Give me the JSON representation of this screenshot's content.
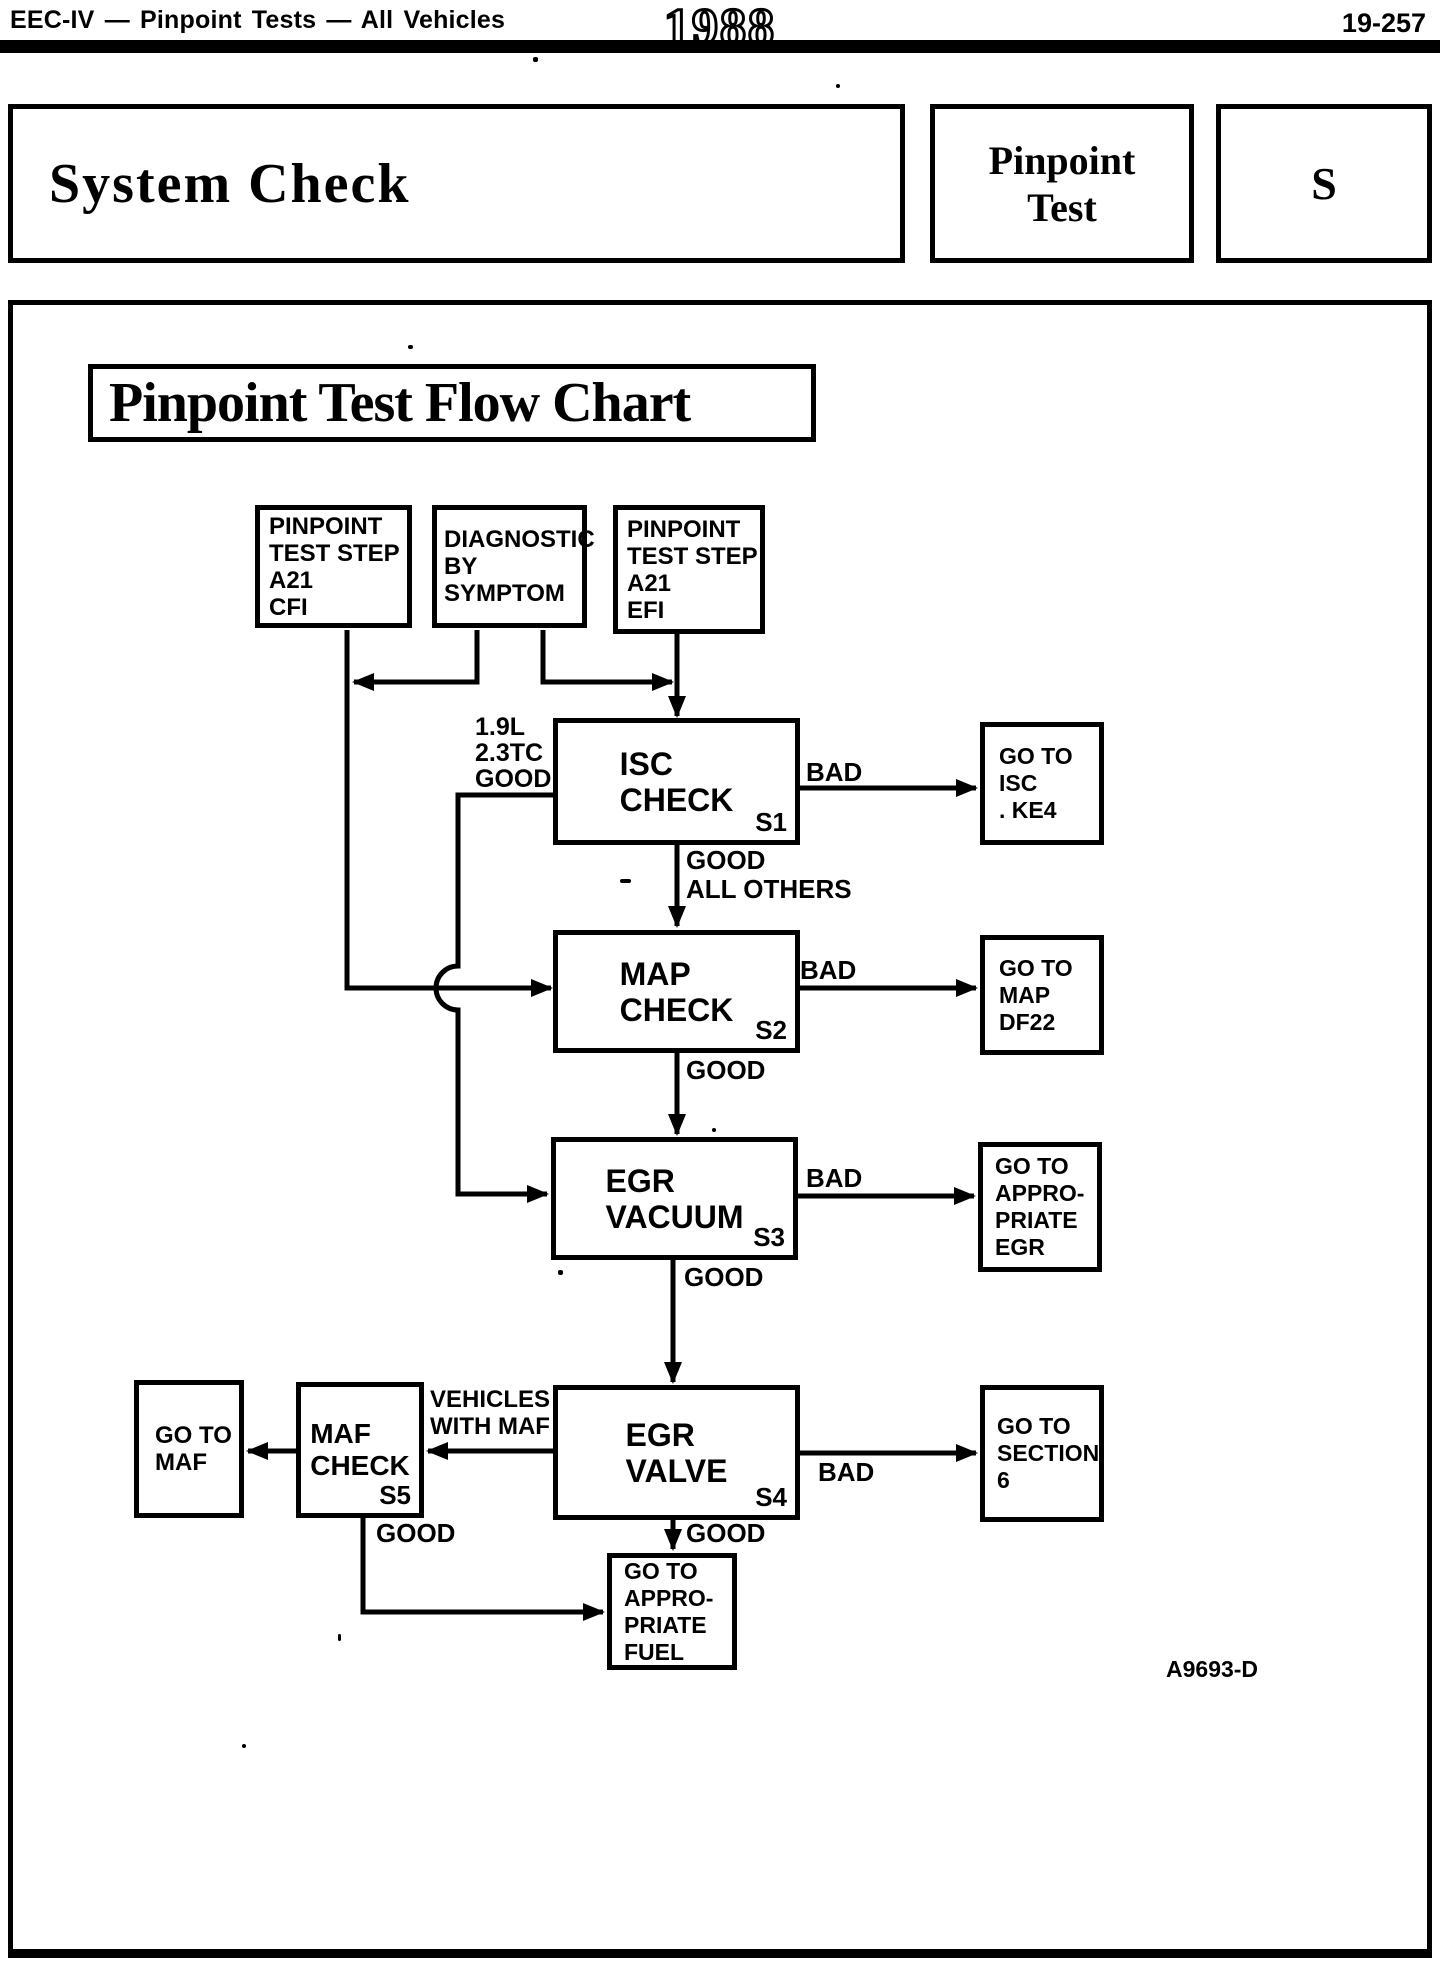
{
  "header": {
    "title_left": "EEC-IV — Pinpoint Tests — All Vehicles",
    "year": "1988",
    "page_number": "19-257"
  },
  "banner": {
    "system_check": "System Check",
    "pinpoint_test": "Pinpoint\nTest",
    "section_letter": "S"
  },
  "chart": {
    "title": "Pinpoint Test Flow Chart",
    "figure_code": "A9693-D",
    "nodes": {
      "pinpoint_cfi": "PINPOINT\nTEST STEP\nA21\nCFI",
      "diagnostic_symptom": "DIAGNOSTIC\nBY\nSYMPTOM",
      "pinpoint_efi": "PINPOINT\nTEST STEP\nA21\nEFI",
      "isc_check": "ISC\nCHECK",
      "map_check": "MAP\nCHECK",
      "egr_vacuum": "EGR\nVACUUM",
      "egr_valve": "EGR\nVALVE",
      "maf_check": "MAF\nCHECK",
      "goto_isc": "GO TO\nISC\n. KE4",
      "goto_map": "GO TO\nMAP\nDF22",
      "goto_egr": "GO TO\nAPPRO-\nPRIATE\nEGR",
      "goto_section6": "GO TO\nSECTION\n6",
      "goto_maf": "GO TO\nMAF",
      "goto_fuel": "GO TO\nAPPRO-\nPRIATE\nFUEL"
    },
    "steps": {
      "isc": "S1",
      "map": "S2",
      "egr_vacuum": "S3",
      "egr_valve": "S4",
      "maf": "S5"
    },
    "edge_labels": {
      "isc_condition": "1.9L\n2.3TC\nGOOD",
      "isc_bad": "BAD",
      "isc_good": "GOOD\nALL OTHERS",
      "map_bad": "BAD",
      "map_good": "GOOD",
      "egr_vacuum_bad": "BAD",
      "egr_vacuum_good": "GOOD",
      "egr_valve_bad": "BAD",
      "egr_valve_good": "GOOD",
      "vehicles_with_maf": "VEHICLES\nWITH MAF",
      "maf_good": "GOOD"
    }
  }
}
